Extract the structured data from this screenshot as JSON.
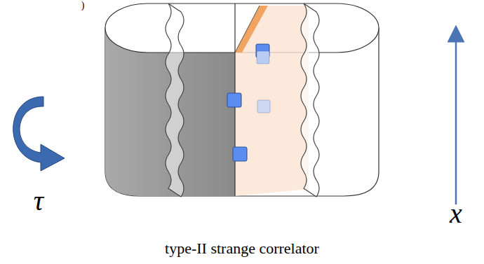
{
  "diagram": {
    "caption": "type-II strange correlator",
    "labels": [
      ")",
      "τ",
      "x"
    ]
  }
}
